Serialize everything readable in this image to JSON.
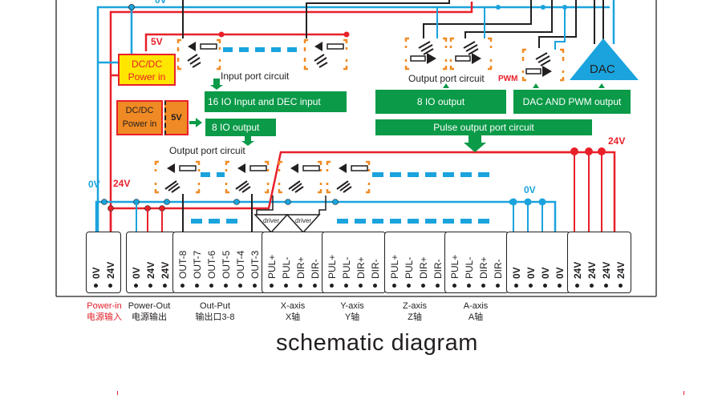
{
  "diagram": {
    "title": "schematic diagram",
    "rails": {
      "zero_v": "0V",
      "v24": "24V",
      "v5": "5V"
    },
    "colors": {
      "zero_v": "#1aa3dd",
      "v24": "#e8202a",
      "signal": "#231f20",
      "block": "#0a9a48",
      "optocoupler_frame": "#f08a24",
      "dcdc_fill_yellow": "#ffe600",
      "dcdc_fill_orange": "#f08a24"
    },
    "blocks": {
      "dcdc_in": {
        "line1": "DC/DC",
        "line2": "Power in"
      },
      "dcdc_5v": {
        "line1": "DC/DC",
        "line2": "Power in",
        "out": "5V"
      },
      "input_port_circuit": "Input port circuit",
      "input_block": "16 IO Input and DEC input",
      "io_output_left": "8 IO output",
      "output_port_circuit_left": "Output port circuit",
      "output_port_circuit_right": "Output port circuit",
      "io_output_right": "8 IO output",
      "dac_pwm_block": "DAC AND PWM output",
      "pwm_label": "PWM",
      "dac_label": "DAC",
      "pulse_block": "Pulse output port circuit",
      "driver_label": "driver"
    },
    "connectors": [
      {
        "name": "power-in",
        "pins": [
          "0V",
          "24V"
        ]
      },
      {
        "name": "power-out",
        "pins": [
          "0V",
          "24V",
          "24V"
        ]
      },
      {
        "name": "out-put",
        "pins": [
          "OUT-8",
          "OUT-7",
          "OUT-6",
          "OUT-5",
          "OUT-4",
          "OUT-3"
        ]
      },
      {
        "name": "x-axis",
        "pins": [
          "PUL+",
          "PUL-",
          "DIR+",
          "DIR-"
        ]
      },
      {
        "name": "y-axis",
        "pins": [
          "PUL+",
          "PUL-",
          "DIR+",
          "DIR-"
        ]
      },
      {
        "name": "z-axis",
        "pins": [
          "PUL+",
          "PUL-",
          "DIR+",
          "DIR-"
        ]
      },
      {
        "name": "a-axis",
        "pins": [
          "PUL+",
          "PUL-",
          "DIR+",
          "DIR-"
        ]
      },
      {
        "name": "zero-v-bank",
        "pins": [
          "0V",
          "0V",
          "0V",
          "0V"
        ]
      },
      {
        "name": "v24-bank",
        "pins": [
          "24V",
          "24V",
          "24V",
          "24V"
        ]
      }
    ],
    "footer": [
      {
        "en": "Power-in",
        "cn": "电源输入",
        "red": true
      },
      {
        "en": "Power-Out",
        "cn": "电源输出",
        "red": false
      },
      {
        "en": "Out-Put",
        "cn": "输出口3-8",
        "red": false
      },
      {
        "en": "X-axis",
        "cn": "X轴",
        "red": false
      },
      {
        "en": "Y-axis",
        "cn": "Y轴",
        "red": false
      },
      {
        "en": "Z-axis",
        "cn": "Z轴",
        "red": false
      },
      {
        "en": "A-axis",
        "cn": "A轴",
        "red": false
      }
    ]
  }
}
